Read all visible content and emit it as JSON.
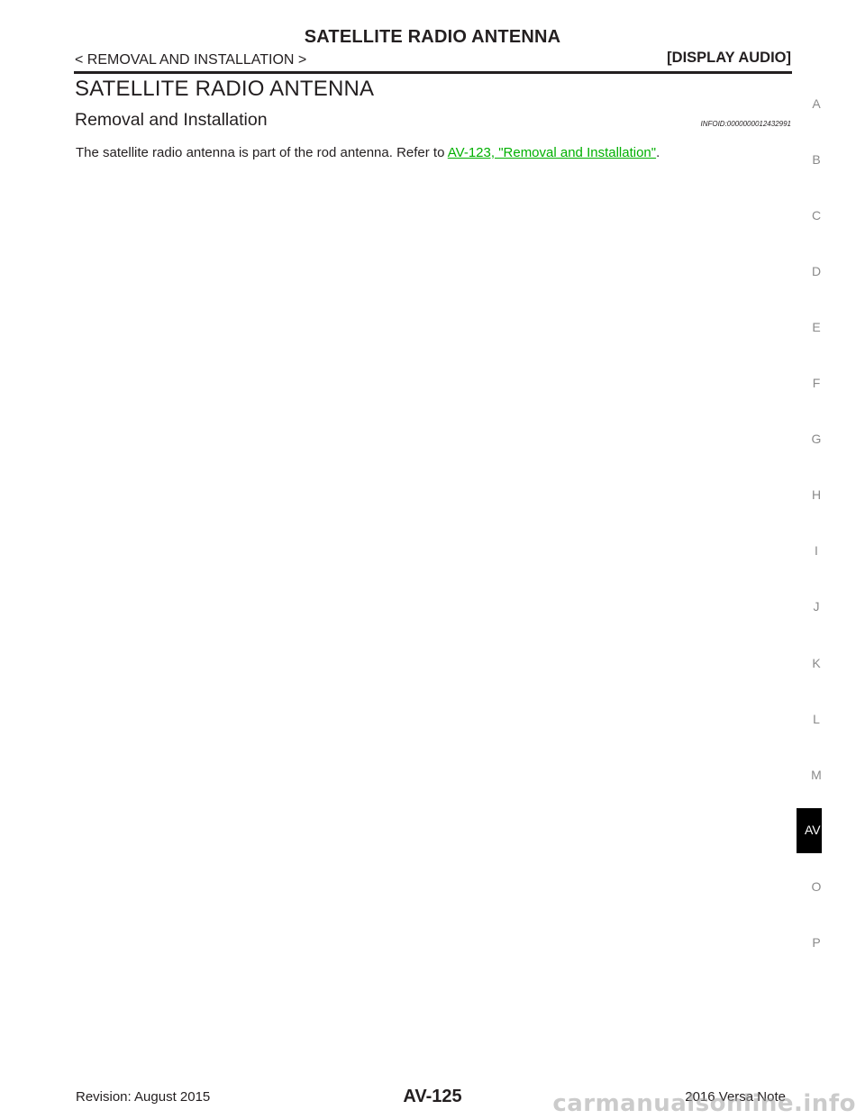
{
  "header": {
    "title": "SATELLITE RADIO ANTENNA",
    "breadcrumb": "< REMOVAL AND INSTALLATION >",
    "section": "[DISPLAY AUDIO]"
  },
  "content": {
    "section_title": "SATELLITE RADIO ANTENNA",
    "subsection_title": "Removal and Installation",
    "infoid": "INFOID:0000000012432991",
    "body_prefix": "The satellite radio antenna is part of the rod antenna. Refer to ",
    "link_text": "AV-123, \"Removal and Installation\"",
    "body_suffix": "."
  },
  "side_index": {
    "letters": [
      "A",
      "B",
      "C",
      "D",
      "E",
      "F",
      "G",
      "H",
      "I",
      "J",
      "K",
      "L",
      "M",
      "O",
      "P"
    ],
    "active_tab": "AV"
  },
  "footer": {
    "revision": "Revision: August 2015",
    "page": "AV-125",
    "model": "2016 Versa Note"
  },
  "watermark": "carmanualsonline.info",
  "colors": {
    "link": "#00b000",
    "text": "#231f20",
    "side_letters": "#8a8a8a",
    "active_tab_bg": "#000000"
  }
}
